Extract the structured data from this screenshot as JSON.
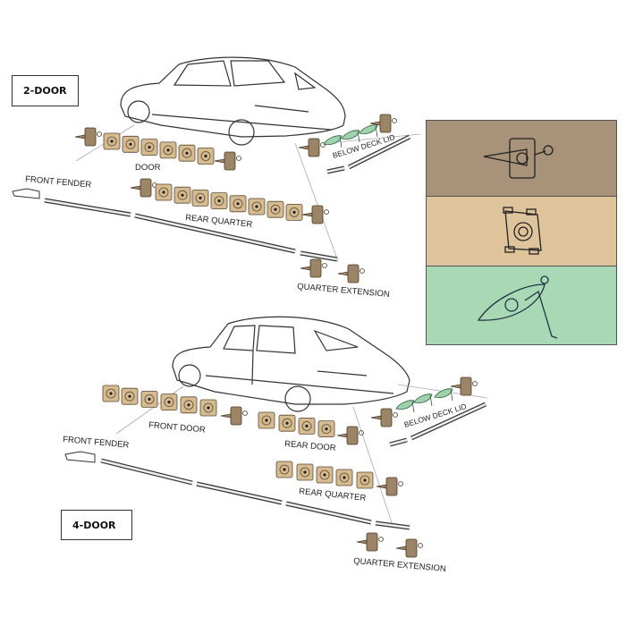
{
  "title_2door": "2-DOOR",
  "title_4door": "4-DOOR",
  "two_door": {
    "labels": {
      "door": "DOOR",
      "front_fender": "FRONT FENDER",
      "rear_quarter": "REAR QUARTER",
      "quarter_extension": "QUARTER EXTENSION",
      "below_deck_lid": "BELOW DECK LID"
    }
  },
  "four_door": {
    "labels": {
      "front_door": "FRONT DOOR",
      "rear_door": "REAR DOOR",
      "front_fender": "FRONT FENDER",
      "rear_quarter": "REAR QUARTER",
      "quarter_extension": "QUARTER EXTENSION",
      "below_deck_lid": "BELOW DECK LID"
    }
  },
  "legend": [
    {
      "clip": "end-clip",
      "color": "#a8937a"
    },
    {
      "clip": "square-clip",
      "color": "#dfc39a"
    },
    {
      "clip": "deck-lid-clip",
      "color": "#a9d8b5"
    }
  ],
  "colors": {
    "brown_clip": "#9c8466",
    "tan_clip": "#d6bb90",
    "green_clip": "#9fd3ae"
  }
}
